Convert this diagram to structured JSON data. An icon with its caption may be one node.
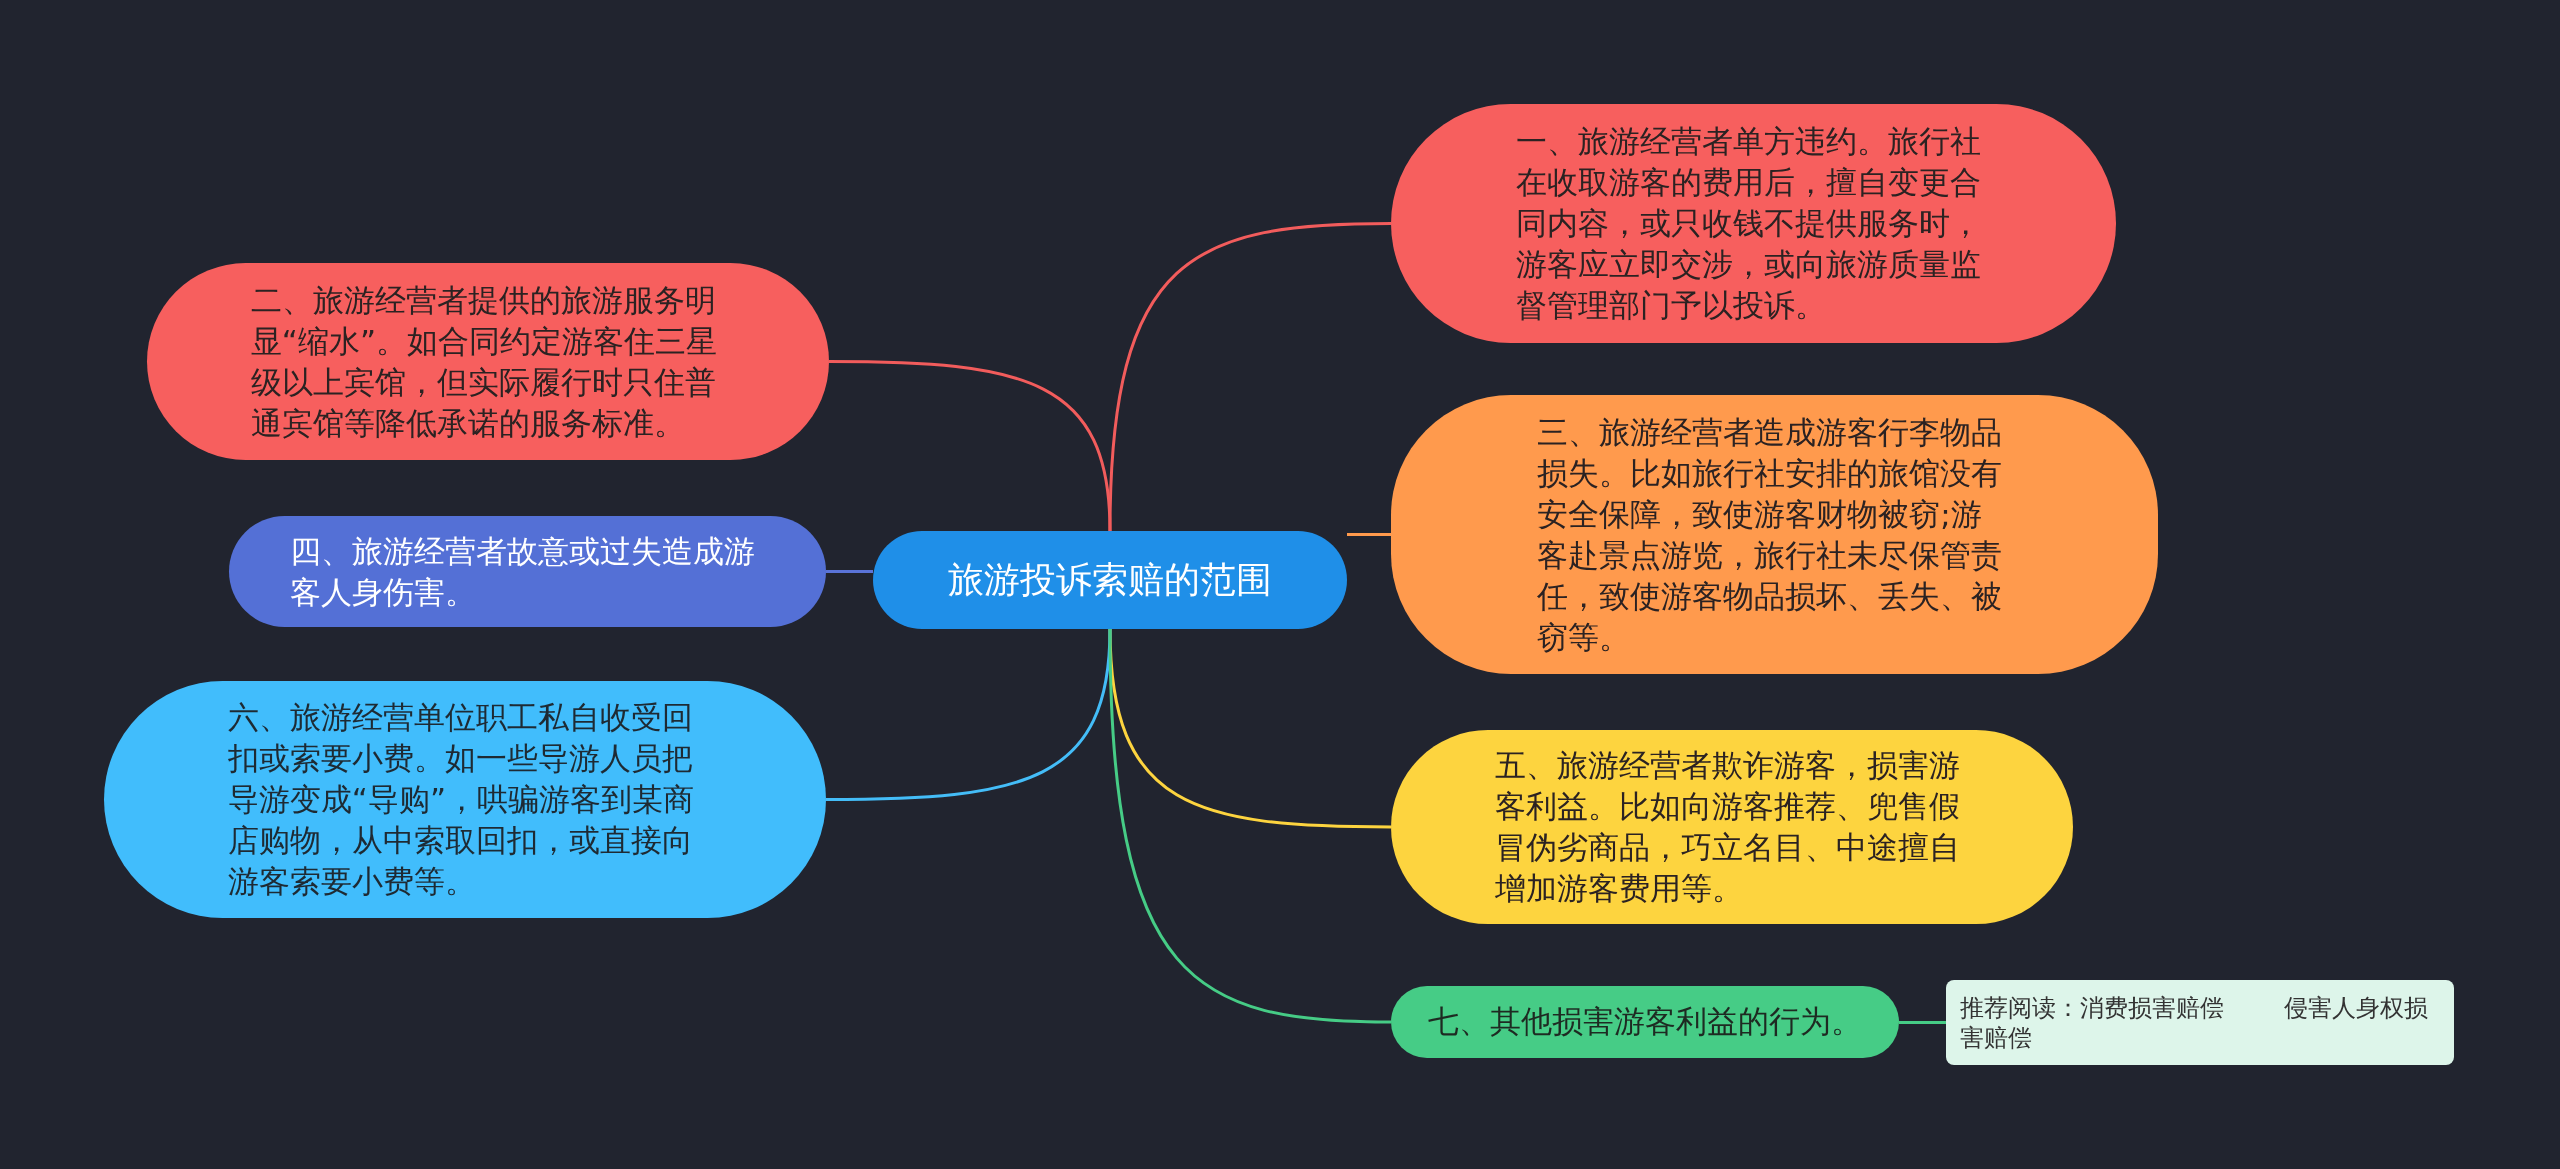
{
  "diagram": {
    "nodes": [
      {
        "text": [
          "旅游投诉索赔的范围"
        ]
      },
      {
        "text": [
          "一、旅游经营者单方违约。旅行社在收取游客的费用后，擅自变更合同内容，或只收钱不提供服务时，游客应立即交涉，或向旅游质量监督管理部门予以投诉。"
        ]
      },
      {
        "text": [
          "二、旅游经营者提供的旅游服务明显“缩水”。如合同约定游客住三星级以上宾馆，但实际履行时只住普通宾馆等降低承诺的服务标准。"
        ]
      },
      {
        "text": [
          "三、旅游经营者造成游客行李物品损失。比如旅行社安排的旅馆没有安全保障，致使游客财物被窃;游客赴景点游览，旅行社未尽保管责任，致使游客物品损坏、丢失、被窃等。"
        ]
      },
      {
        "text": [
          "四、旅游经营者故意或过失造成游客人身伤害。"
        ]
      },
      {
        "text": [
          "五、旅游经营者欺诈游客，损害游客利益。比如向游客推荐、兜售假冒伪劣商品，巧立名目、中途擅自增加游客费用等。"
        ]
      },
      {
        "text": [
          "六、旅游经营单位职工私自收受回扣或索要小费。如一些导游人员把导游变成“导购”，哄骗游客到某商店购物，从中索取回扣，或直接向游客索要小费等。"
        ]
      },
      {
        "text": [
          "七、其他损害游客利益的行为。"
        ]
      },
      {
        "text": [
          "推荐阅读：消费损害赔偿",
          "侵害人身权损害赔偿"
        ]
      }
    ],
    "edges": [
      {
        "from": 0,
        "to": 1,
        "arrow": "none",
        "color": "#f25c5c"
      },
      {
        "from": 0,
        "to": 2,
        "arrow": "none",
        "color": "#f25c5c"
      },
      {
        "from": 0,
        "to": 3,
        "arrow": "none",
        "color": "#ff9a4d"
      },
      {
        "from": 0,
        "to": 4,
        "arrow": "none",
        "color": "#5a73d8"
      },
      {
        "from": 0,
        "to": 5,
        "arrow": "none",
        "color": "#fdd43f"
      },
      {
        "from": 0,
        "to": 6,
        "arrow": "none",
        "color": "#44bdf8"
      },
      {
        "from": 0,
        "to": 7,
        "arrow": "none",
        "color": "#46cc86"
      },
      {
        "from": 7,
        "to": 8,
        "arrow": "none",
        "color": "#46cc86"
      }
    ]
  }
}
